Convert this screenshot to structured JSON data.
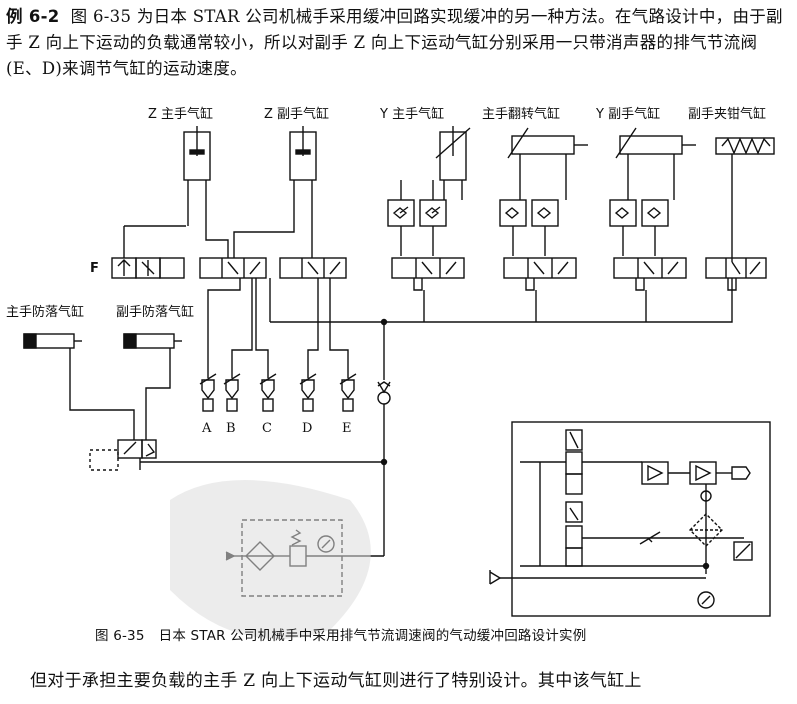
{
  "text": {
    "p1_label": "例 6-2",
    "p1_body": "图 6-35 为日本 STAR 公司机械手采用缓冲回路实现缓冲的另一种方法。在气路设计中，由于副手 Z 向上下运动的负载通常较小，所以对副手 Z 向上下运动气缸分别采用一只带消声器的排气节流阀(E、D)来调节气缸的运动速度。",
    "caption_num": "图 6-35",
    "caption_text": "日本 STAR 公司机械手中采用排气节流调速阀的气动缓冲回路设计实例",
    "p3": "但对于承担主要负载的主手 Z 向上下运动气缸则进行了特别设计。其中该气缸上"
  },
  "diagram": {
    "cylinders": [
      "Z 主手气缸",
      "Z 副手气缸",
      "Y 主手气缸",
      "主手翻转气缸",
      "Y 副手气缸",
      "副手夹钳气缸"
    ],
    "fall_cylinders": [
      "主手防落气缸",
      "副手防落气缸"
    ],
    "valve_label": "F",
    "ports": [
      "A",
      "B",
      "C",
      "D",
      "E"
    ]
  }
}
